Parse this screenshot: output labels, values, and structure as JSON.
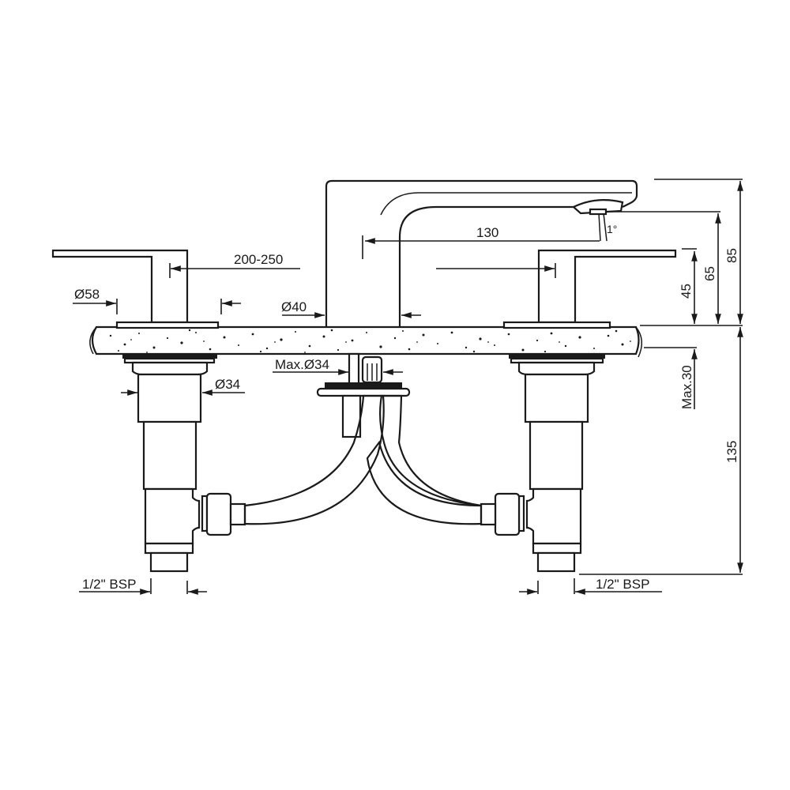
{
  "drawing": {
    "title": "Three-hole basin mixer technical drawing",
    "colors": {
      "line": "#1a1a1a",
      "background": "#ffffff"
    },
    "labels": {
      "handle_spacing": "200-250",
      "base_diameter": "Ø58",
      "spout_diameter": "Ø40",
      "spout_reach": "130",
      "spout_angle": "1°",
      "handle_height": "45",
      "outlet_height": "65",
      "total_height": "85",
      "deck_thickness": "Max.30",
      "below_deck": "135",
      "shank_diameter": "Ø34",
      "hole_diameter": "Max.Ø34",
      "inlet_left": "1/2\" BSP",
      "inlet_right": "1/2\" BSP"
    }
  }
}
